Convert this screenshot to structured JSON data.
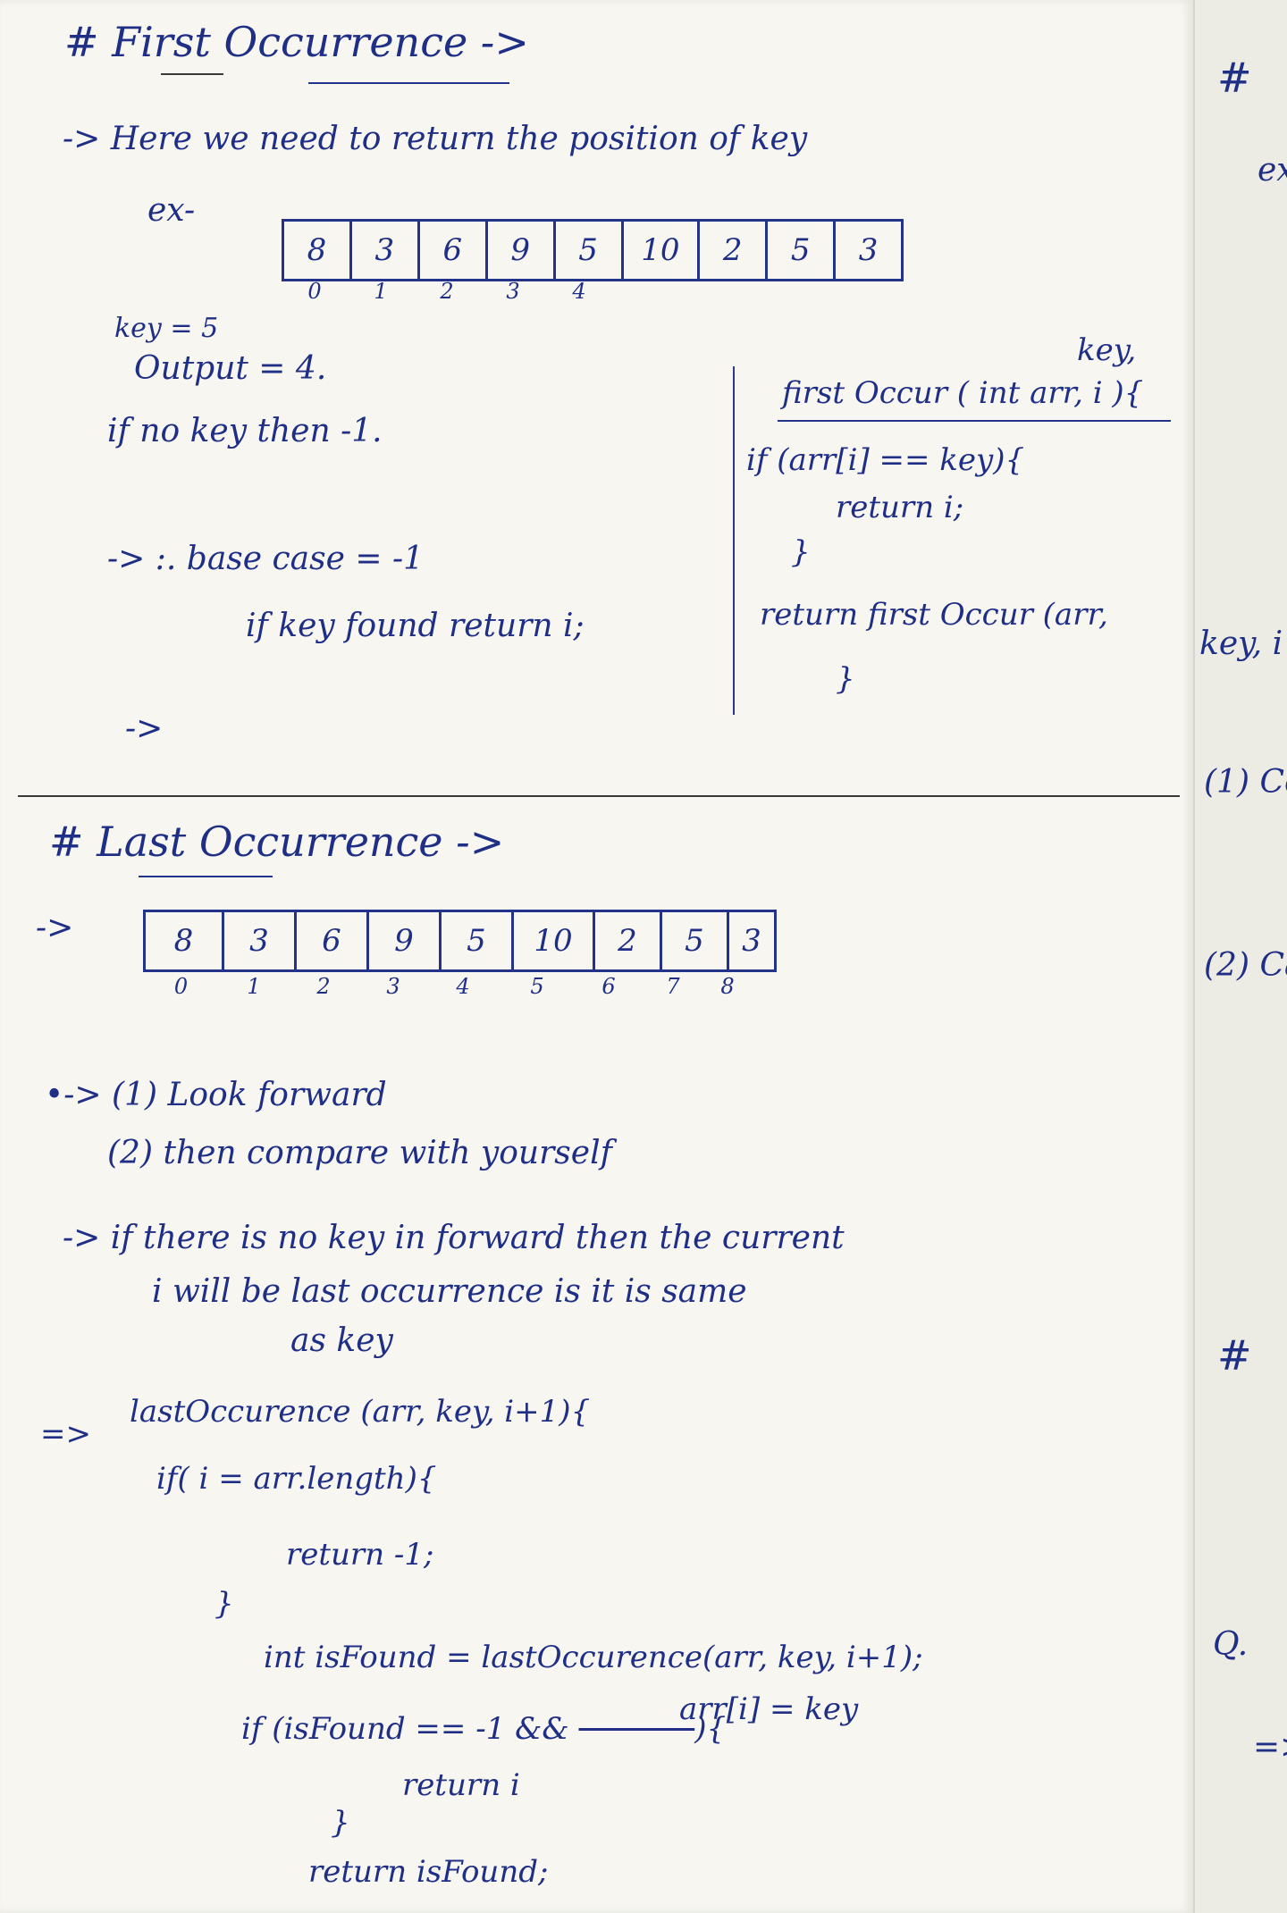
{
  "first": {
    "heading": "# First Occurrence ->",
    "line1": "-> Here we need to return the position of key",
    "ex": "ex-",
    "array": [
      "8",
      "3",
      "6",
      "9",
      "5",
      "10",
      "2",
      "5",
      "3"
    ],
    "indices": [
      "0",
      "1",
      "2",
      "3",
      "4"
    ],
    "key": "key = 5",
    "output": "Output = 4.",
    "nokey": "if no key then -1.",
    "base_case": "-> :. base case = -1",
    "found": "if key found return i;",
    "arrow_end": "->",
    "code": {
      "key_note": "key,",
      "sig": "first Occur ( int arr, i ){",
      "if_line": "if (arr[i] == key){",
      "ret_i": "return i;",
      "close1": "}",
      "ret_rec": "return first Occur (arr,",
      "close2": "}"
    }
  },
  "last": {
    "heading": "# Last Occurrence ->",
    "arrow": "->",
    "array": [
      "8",
      "3",
      "6",
      "9",
      "5",
      "10",
      "2",
      "5",
      "3"
    ],
    "indices": [
      "0",
      "1",
      "2",
      "3",
      "4",
      "5",
      "6",
      "7",
      "8"
    ],
    "step1": "•-> (1) Look forward",
    "step2": "(2) then compare with yourself",
    "note1": "-> if there is no key in forward then the current",
    "note2": "i will be last occurrence is it is same",
    "note3": "as key",
    "code": {
      "sig": "lastOccurence (arr, key, i+1){",
      "arrow": "=>",
      "if_line": "if( i = arr.length){",
      "ret_neg": "return -1;",
      "close1": "}",
      "found_line": "int isFound = lastOccurence(arr, key, i+1);",
      "cond_above": "arr[i] = key",
      "if2": "if (isFound == -1 && ",
      "if2_end": "){",
      "ret_i": "return i",
      "close2": "}",
      "ret_found": "return isFound;"
    }
  },
  "next_page": {
    "hash1": "#",
    "ex": "ex",
    "key_frag": "key, i",
    "item1": "(1) Co",
    "item2": "(2) Ca",
    "hash2": "#",
    "q": "Q.",
    "arrow": "=>"
  },
  "colors": {
    "ink": "#1f2f86",
    "paper": "#f7f6f1"
  }
}
